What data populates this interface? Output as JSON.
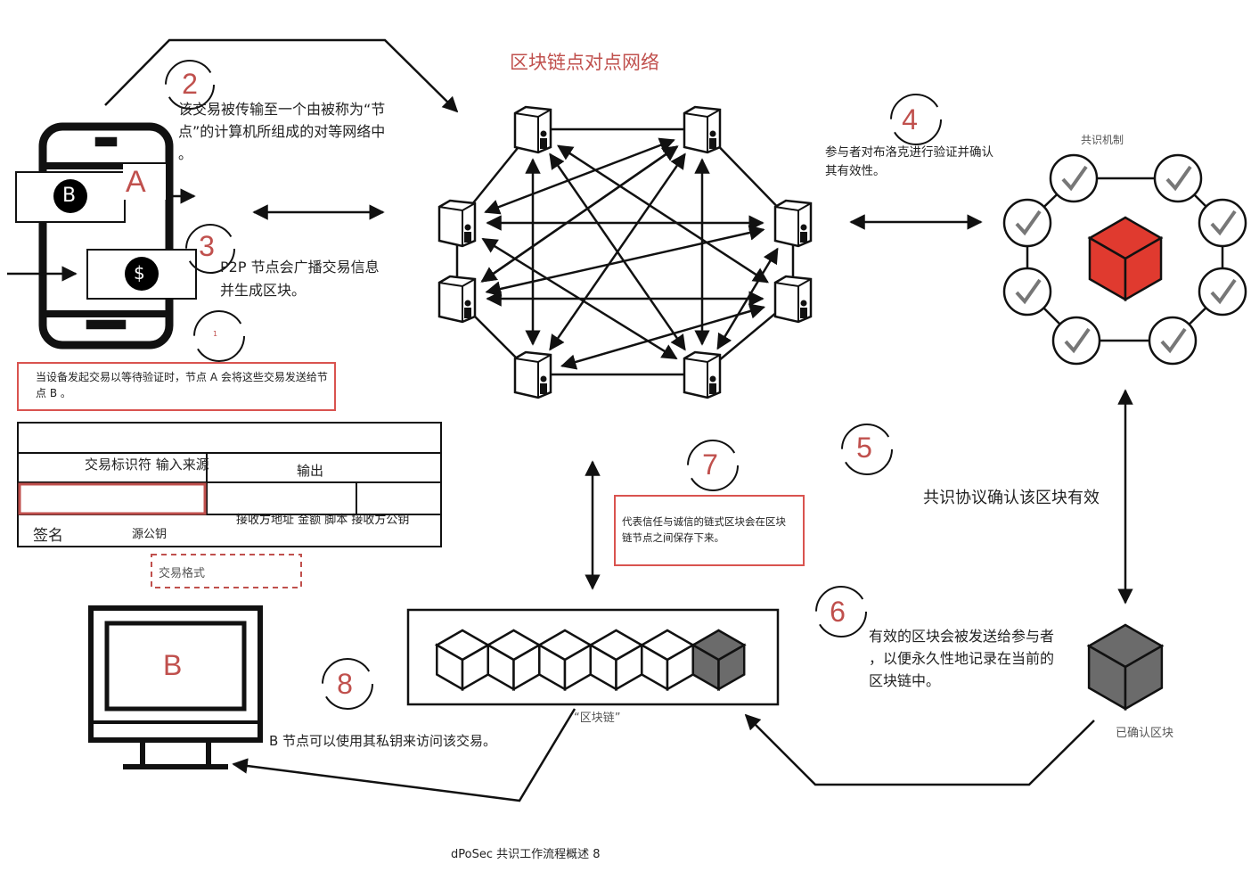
{
  "title": "区块链点对点网络",
  "caption": "dPoSec 共识工作流程概述 8",
  "phone": {
    "label_a": "A",
    "label_b": "B",
    "dollar": "$"
  },
  "steps": {
    "s2": {
      "num": "2",
      "text1": "该交易被传输至一个由被称为“节",
      "text2": "点”的计算机所组成的对等网络中",
      "text3": "。"
    },
    "s3": {
      "num": "3",
      "text1": "P2P 节点会广播交易信息",
      "text2": "并生成区块。"
    },
    "s1": {
      "num": "1",
      "text1": "当设备发起交易以等待验证时，节点 A 会将这些交易发送给节",
      "text2": "点 B 。"
    },
    "s4": {
      "num": "4",
      "text1": "参与者对布洛克进行验证并确认",
      "text2": "其有效性。"
    },
    "s5": {
      "num": "5",
      "text": "共识协议确认该区块有效"
    },
    "s6": {
      "num": "6",
      "text1": "有效的区块会被发送给参与者",
      "text2": "，以便永久性地记录在当前的",
      "text3": "区块链中。"
    },
    "s7": {
      "num": "7",
      "text1": "代表信任与诚信的链式区块会在区块",
      "text2": "链节点之间保存下来。"
    },
    "s8": {
      "num": "8",
      "text": "B 节点可以使用其私钥来访问该交易。"
    }
  },
  "consensus": {
    "label": "共识机制",
    "validators": 8,
    "block_color": "#e03a2f"
  },
  "confirmed_block": {
    "label": "已确认区块",
    "color": "#6b6b6b"
  },
  "blockchain": {
    "label": "“区块链”",
    "blocks": [
      "plain",
      "plain",
      "plain",
      "plain",
      "plain",
      "confirmed"
    ]
  },
  "tx_table": {
    "header_input": "交易标识符 输入来源",
    "header_output": "输出",
    "output_fields": "接收方地址 金额 脚本 接收方公钥",
    "signature": "签名",
    "source_key": "源公钥",
    "caption": "交易格式"
  },
  "monitor": {
    "label": "B"
  },
  "colors": {
    "accent": "#c0504d",
    "line": "#111111"
  }
}
